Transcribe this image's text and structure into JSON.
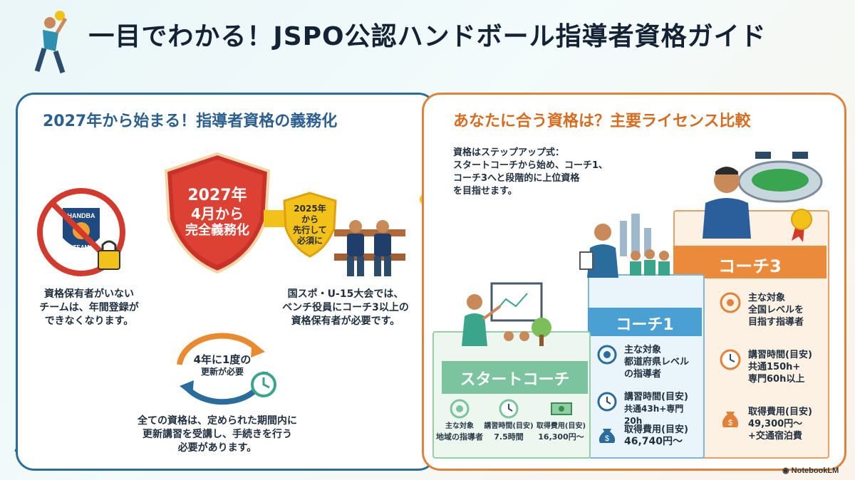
{
  "title": "一目でわかる！JSPO公認ハンドボール指導者資格ガイド",
  "left": {
    "heading": "2027年から始まる！指導者資格の義務化",
    "team_badge": {
      "top": "HANDBA",
      "bottom": "TEAM"
    },
    "no_coach_text": [
      "資格保有者がいない",
      "チームは、年間登録が",
      "できなくなります。"
    ],
    "shield": [
      "2027年",
      "4月から",
      "完全義務化"
    ],
    "badge": [
      "2025年",
      "から",
      "先行して",
      "必須に"
    ],
    "kokusupo_text": [
      "国スポ・U-15大会では、",
      "ベンチ役員にコーチ3以上の",
      "資格保有者が必要です。"
    ],
    "renewal": [
      "4年に1度の",
      "更新が必要"
    ],
    "renewal_text": [
      "全ての資格は、定められた期間内に",
      "更新講習を受講し、手続きを行う",
      "必要があります。"
    ]
  },
  "right": {
    "heading": "あなたに合う資格は？主要ライセンス比較",
    "intro": [
      "資格はステップアップ式：",
      "スタートコーチから始め、コーチ1、",
      "コーチ3へと段階的に上位資格",
      "を目指せます。"
    ],
    "start": {
      "label": "スタートコーチ",
      "target": [
        "主な対象",
        "地域の指導者"
      ],
      "hours": [
        "講習時間(目安)",
        "7.5時間"
      ],
      "fee": [
        "取得費用(目安)",
        "16,300円〜"
      ]
    },
    "coach1": {
      "label": "コーチ1",
      "target": [
        "主な対象",
        "都道府県レベル",
        "の指導者"
      ],
      "hours": [
        "講習時間(目安)",
        "共通43h+専門20h"
      ],
      "fee": [
        "取得費用(目安)",
        "46,740円〜"
      ]
    },
    "coach3": {
      "label": "コーチ3",
      "target": [
        "主な対象",
        "全国レベルを",
        "目指す指導者"
      ],
      "hours": [
        "講習時間(目安)",
        "共通150h+",
        "専門60h以上"
      ],
      "fee": [
        "取得費用(目安)",
        "49,300円〜",
        "+交通宿泊費"
      ]
    }
  },
  "footer": "NotebookLM",
  "colors": {
    "blue": "#2a6c9c",
    "orange": "#e0823a",
    "red": "#d23a2e",
    "gold": "#f2c21b",
    "green": "#7cc4a0",
    "light_blue": "#6fb1d8"
  }
}
